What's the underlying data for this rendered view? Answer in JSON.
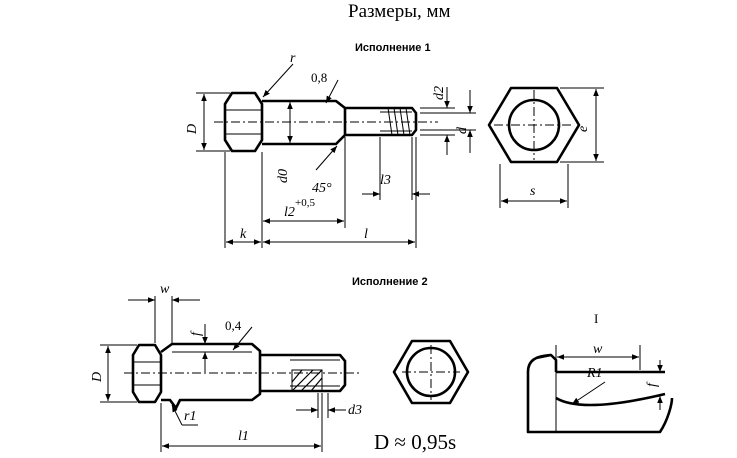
{
  "title": "Размеры, мм",
  "variant1": {
    "caption": "Исполнение 1",
    "labels": {
      "r": "r",
      "chamfer": "0,8",
      "d2": "d2",
      "D": "D",
      "d": "d",
      "e": "e",
      "d0": "d0",
      "angle": "45°",
      "l3": "l3",
      "s": "s",
      "l2": "l2",
      "l2_tol": "+0,5",
      "k": "k",
      "l": "l"
    }
  },
  "variant2": {
    "caption": "Исполнение 2",
    "labels": {
      "w": "w",
      "f": "f",
      "chamfer": "0,4",
      "D": "D",
      "r1": "r1",
      "l1": "l1",
      "d3": "d3",
      "formula": "D ≈ 0,95s"
    }
  },
  "detail": {
    "caption": "I",
    "labels": {
      "w": "w",
      "R1": "R1",
      "f": "f"
    }
  }
}
